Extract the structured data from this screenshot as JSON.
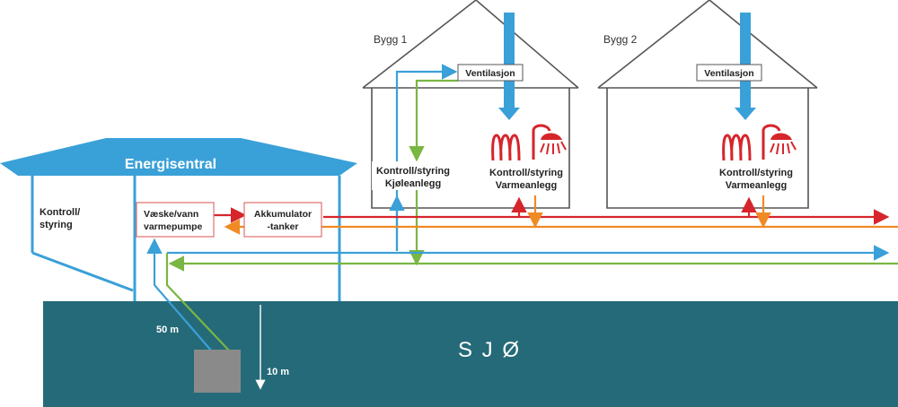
{
  "labels": {
    "energy_central": "Energisentral",
    "control_left": [
      "Kontroll/",
      "styring"
    ],
    "heat_pump": [
      "Væske/vann",
      "varmepumpe"
    ],
    "accumulator": [
      "Akkumulator",
      "-tanker"
    ],
    "building1_name": "Bygg 1",
    "building2_name": "Bygg 2",
    "ventilation_1": "Ventilasjon",
    "ventilation_2": "Ventilasjon",
    "cooling_control": [
      "Kontroll/styring",
      "Kjøleanlegg"
    ],
    "heating_control_1": [
      "Kontroll/styring",
      "Varmeanlegg"
    ],
    "heating_control_2": [
      "Kontroll/styring",
      "Varmeanlegg"
    ],
    "sea": "S J Ø",
    "distance_50": "50 m",
    "depth_10": "10 m"
  },
  "colors": {
    "sea": "#256a78",
    "energy_roof": "#3aa0d8",
    "blue_pipe": "#3aa0d8",
    "green_pipe": "#7ab642",
    "red_pipe": "#d6252b",
    "orange_pipe": "#f08a24",
    "building_outline": "#555555",
    "box_border_red": "#e07070",
    "collector": "#8a8a8a"
  }
}
